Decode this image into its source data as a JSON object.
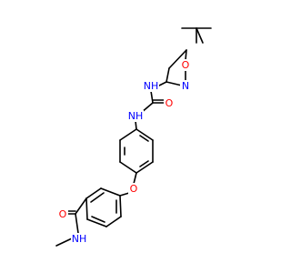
{
  "colors": {
    "bond": "#000000",
    "nitrogen": "#0000ff",
    "oxygen": "#ff0000",
    "carbon": "#000000"
  },
  "atom_labels": {
    "isoxazole_o": "O",
    "isoxazole_n": "N",
    "urea_nh_upper": "NH",
    "urea_o": "O",
    "urea_nh_lower": "NH",
    "ether_o": "O",
    "amide_o": "O",
    "amide_nh": "NH"
  }
}
